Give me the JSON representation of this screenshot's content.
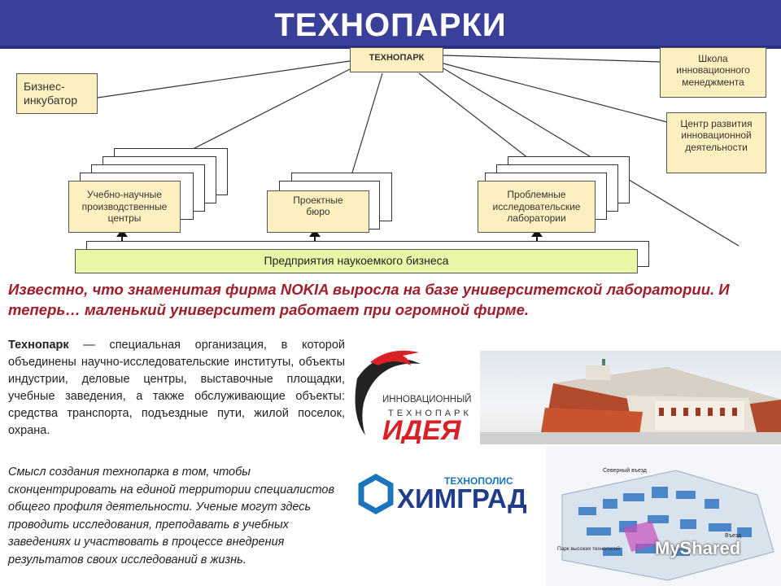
{
  "header": {
    "title": "ТЕХНОПАРКИ"
  },
  "diagram": {
    "center": "ТЕХНОПАРК",
    "incubator": "Бизнес-\nинкубатор",
    "school": "Школа инновационного менеджмента",
    "center_dev": "Центр развития инновационной деятельности",
    "edu_centers": "Учебно-научные производственные центры",
    "project_bureau": "Проектные бюро",
    "labs": "Проблемные исследовательские лаборатории",
    "enterprises": "Предприятия наукоемкого бизнеса"
  },
  "quote": "Известно, что знаменитая фирма NOKIA выросла на базе университетской лаборатории. И теперь… маленький университет работает при огромной фирме.",
  "definition": {
    "term": "Технопарк",
    "text": " — специальная организация, в которой объединены научно-исследовательские институты, объекты индустрии, деловые центры, выставочные площадки, учебные заведения, а также обслуживающие объекты: средства транспорта, подъездные пути, жилой поселок, охрана."
  },
  "meaning": "Смысл создания технопарка в том, чтобы сконцентрировать на единой территории специалистов общего профиля деятельности. Ученые могут здесь проводить исследования, преподавать в учебных заведениях и участвовать в процессе внедрения результатов своих исследований в жизнь.",
  "logo_idea": {
    "line1": "ИННОВАЦИОННЫЙ",
    "line2": "ТЕХНОПАРК",
    "line3": "ИДЕЯ"
  },
  "logo_himgrad": {
    "line1": "ТЕХНОПОЛИС",
    "line2": "ХИМГРАД"
  },
  "map": {
    "label_north": "Северный въезд",
    "label_entry": "Въезд",
    "label_park": "Парк высоких технологий"
  },
  "watermark": "MyShared",
  "colors": {
    "header": "#3a3f99",
    "quote": "#a01e2a",
    "box": "#fdf0c0",
    "bar": "#e8f7a6"
  }
}
